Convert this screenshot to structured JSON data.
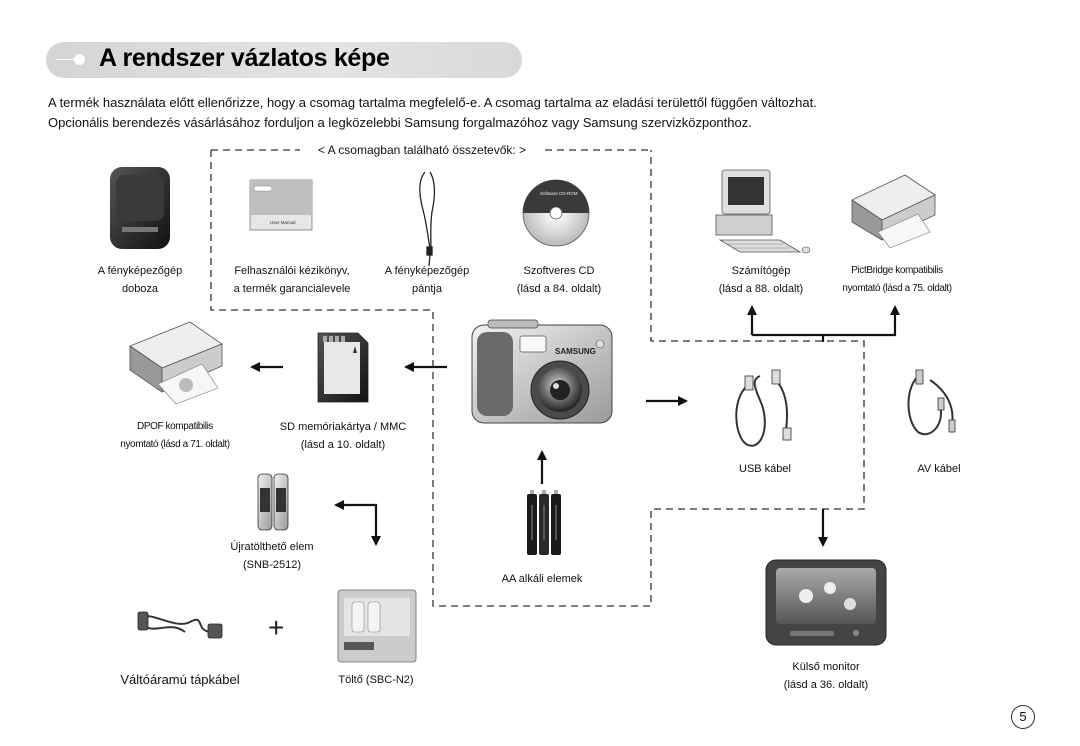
{
  "title": "A rendszer vázlatos képe",
  "intro": [
    "A termék használata előtt ellenőrizze, hogy a csomag tartalma megfelelő-e. A csomag tartalma az eladási területtől függően változhat.",
    "Opcionális berendezés vásárlásához forduljon a legközelebbi Samsung forgalmazóhoz vagy Samsung szervizközponthoz."
  ],
  "package_heading": "< A csomagban található összetevők: >",
  "items": {
    "camera_case": [
      "A fényképezőgép",
      "doboza"
    ],
    "manual": [
      "Felhasználói kézikönyv,",
      "a termék garancialevele"
    ],
    "strap": [
      "A fényképezőgép",
      "pántja"
    ],
    "software_cd": [
      "Szoftveres CD",
      "(lásd a 84. oldalt)"
    ],
    "computer": [
      "Számítógép",
      "(lásd a 88. oldalt)"
    ],
    "pictbridge_printer": [
      "PictBridge kompatibilis",
      "nyomtató (lásd a 75. oldalt)"
    ],
    "dpof_printer": [
      "DPOF kompatibilis",
      "nyomtató (lásd a 71. oldalt)"
    ],
    "sd_card": [
      "SD memóriakártya / MMC",
      "(lásd a 10. oldalt)"
    ],
    "rechargeable": [
      "Újratölthető elem",
      "(SNB-2512)"
    ],
    "aa_batteries": "AA alkáli elemek",
    "usb_cable": "USB kábel",
    "av_cable": "AV kábel",
    "ac_cable": "Váltóáramú tápkábel",
    "charger": "Töltő (SBC-N2)",
    "monitor": [
      "Külső monitor",
      "(lásd a 36. oldalt)"
    ]
  },
  "image_text": {
    "manual_cover": "User Manual",
    "cd_label": "Software CD-ROM",
    "camera_brand": "SAMSUNG"
  },
  "plus_sign": "+",
  "page_number": "5"
}
